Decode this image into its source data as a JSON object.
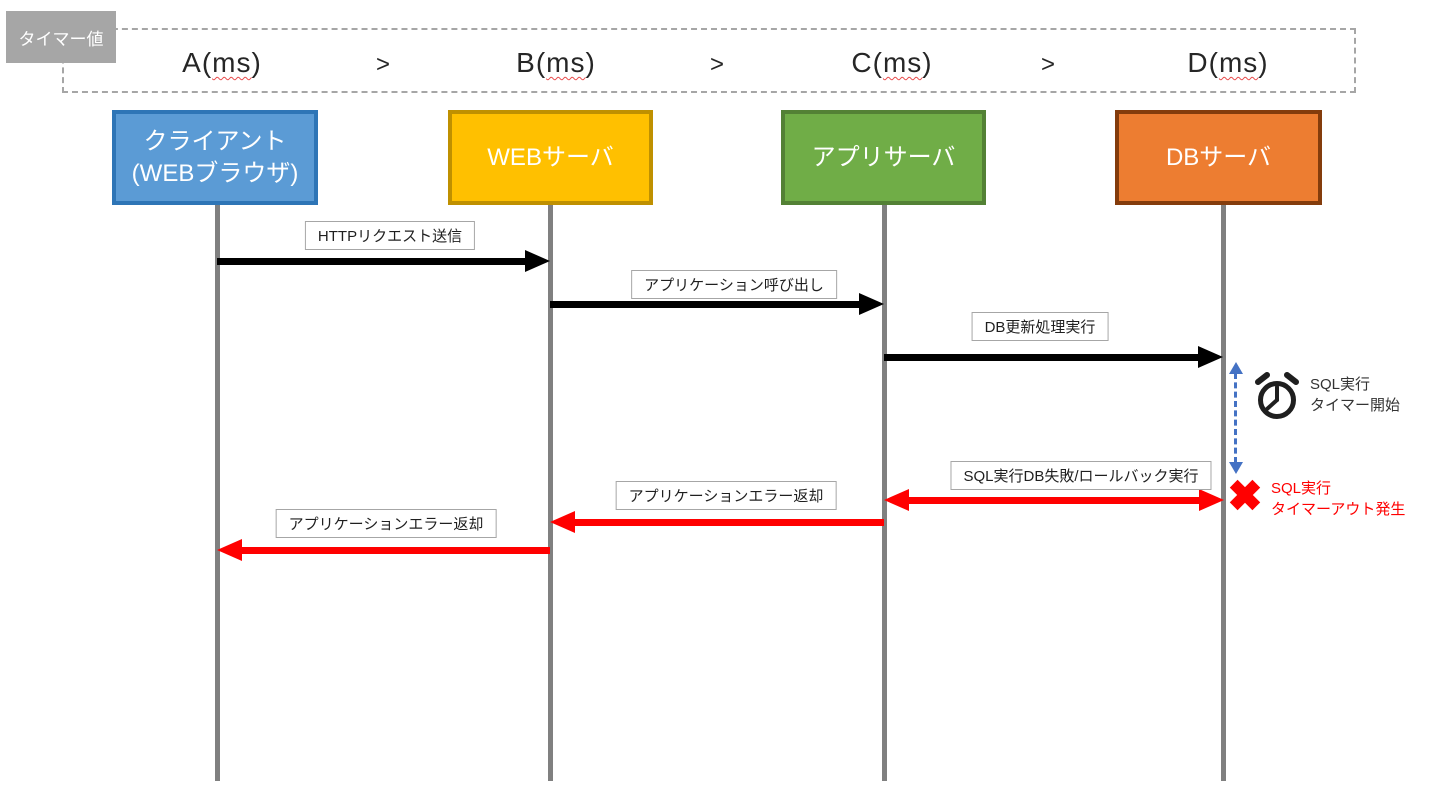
{
  "timer_band": {
    "label": "タイマー値",
    "values": [
      "A(ms)",
      "B(ms)",
      "C(ms)",
      "D(ms)"
    ],
    "separator": ">"
  },
  "actors": [
    {
      "name": "クライアント\n(WEBブラウザ)",
      "fill": "#5B9BD5",
      "border": "#2E75B6"
    },
    {
      "name": "WEBサーバ",
      "fill": "#FFC000",
      "border": "#BF9000"
    },
    {
      "name": "アプリサーバ",
      "fill": "#70AD47",
      "border": "#538135"
    },
    {
      "name": "DBサーバ",
      "fill": "#ED7D31",
      "border": "#843C0C"
    }
  ],
  "messages": [
    {
      "label": "HTTPリクエスト送信",
      "from": "クライアント(WEBブラウザ)",
      "to": "WEBサーバ",
      "style": "solid-black"
    },
    {
      "label": "アプリケーション呼び出し",
      "from": "WEBサーバ",
      "to": "アプリサーバ",
      "style": "solid-black"
    },
    {
      "label": "DB更新処理実行",
      "from": "アプリサーバ",
      "to": "DBサーバ",
      "style": "solid-black"
    },
    {
      "label": "SQL実行DB失敗/ロールバック実行",
      "from": "アプリサーバ",
      "to": "DBサーバ",
      "style": "double-headed-red"
    },
    {
      "label": "アプリケーションエラー返却",
      "from": "アプリサーバ",
      "to": "WEBサーバ",
      "style": "solid-red"
    },
    {
      "label": "アプリケーションエラー返却",
      "from": "WEBサーバ",
      "to": "クライアント(WEBブラウザ)",
      "style": "solid-red"
    }
  ],
  "annotations": {
    "timer_start": {
      "label": "SQL実行\nタイマー開始"
    },
    "timer_timeout": {
      "label": "SQL実行\nタイマーアウト発生"
    }
  },
  "colors": {
    "lifeline": "#808080",
    "band_gray": "#A6A6A6",
    "error_red": "#FF0000",
    "timer_span_blue": "#4472C4",
    "message_black": "#000000"
  }
}
